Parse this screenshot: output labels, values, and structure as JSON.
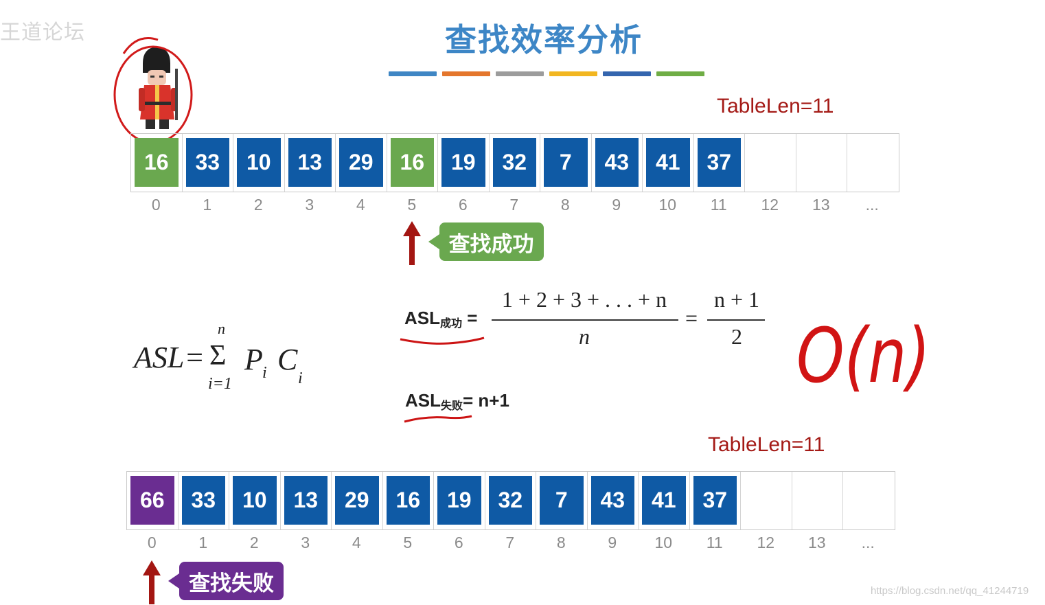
{
  "watermark": {
    "top": "王道论坛",
    "bottom": "https://blog.csdn.net/qq_41244719"
  },
  "title": "查找效率分析",
  "strip_colors": [
    "#3f86c4",
    "#e4762c",
    "#9c9c9c",
    "#f2b620",
    "#3465ae",
    "#6fad45"
  ],
  "search_success": {
    "table_len": "TableLen=11",
    "cells": [
      {
        "value": "16",
        "color": "#6aa84f"
      },
      {
        "value": "33",
        "color": "#0f5aa5"
      },
      {
        "value": "10",
        "color": "#0f5aa5"
      },
      {
        "value": "13",
        "color": "#0f5aa5"
      },
      {
        "value": "29",
        "color": "#0f5aa5"
      },
      {
        "value": "16",
        "color": "#6aa84f"
      },
      {
        "value": "19",
        "color": "#0f5aa5"
      },
      {
        "value": "32",
        "color": "#0f5aa5"
      },
      {
        "value": "7",
        "color": "#0f5aa5"
      },
      {
        "value": "43",
        "color": "#0f5aa5"
      },
      {
        "value": "41",
        "color": "#0f5aa5"
      },
      {
        "value": "37",
        "color": "#0f5aa5"
      },
      {
        "value": "",
        "color": ""
      },
      {
        "value": "",
        "color": ""
      },
      {
        "value": "",
        "color": ""
      }
    ],
    "indices": [
      "0",
      "1",
      "2",
      "3",
      "4",
      "5",
      "6",
      "7",
      "8",
      "9",
      "10",
      "11",
      "12",
      "13",
      "..."
    ],
    "pointer_index": 5,
    "tag": "查找成功",
    "tag_color": "#6aa84f"
  },
  "search_fail": {
    "table_len": "TableLen=11",
    "cells": [
      {
        "value": "66",
        "color": "#6a2d91"
      },
      {
        "value": "33",
        "color": "#0f5aa5"
      },
      {
        "value": "10",
        "color": "#0f5aa5"
      },
      {
        "value": "13",
        "color": "#0f5aa5"
      },
      {
        "value": "29",
        "color": "#0f5aa5"
      },
      {
        "value": "16",
        "color": "#0f5aa5"
      },
      {
        "value": "19",
        "color": "#0f5aa5"
      },
      {
        "value": "32",
        "color": "#0f5aa5"
      },
      {
        "value": "7",
        "color": "#0f5aa5"
      },
      {
        "value": "43",
        "color": "#0f5aa5"
      },
      {
        "value": "41",
        "color": "#0f5aa5"
      },
      {
        "value": "37",
        "color": "#0f5aa5"
      },
      {
        "value": "",
        "color": ""
      },
      {
        "value": "",
        "color": ""
      },
      {
        "value": "",
        "color": ""
      }
    ],
    "indices": [
      "0",
      "1",
      "2",
      "3",
      "4",
      "5",
      "6",
      "7",
      "8",
      "9",
      "10",
      "11",
      "12",
      "13",
      "..."
    ],
    "pointer_index": 0,
    "tag": "查找失败",
    "tag_color": "#6a2d91"
  },
  "formulas": {
    "asl_general": {
      "lhs": "ASL=",
      "sigma": "Σ",
      "upper": "n",
      "lower": "i=1",
      "p": "P",
      "c": "C",
      "sub": "i"
    },
    "asl_success": {
      "label": "ASL",
      "label_sub": "成功",
      "eq": "=",
      "numerator": "1 + 2 + 3 + . . . + n",
      "denominator": "n",
      "eq2": "=",
      "numerator2": "n + 1",
      "denominator2": "2"
    },
    "asl_fail": {
      "label": "ASL",
      "label_sub": "失败",
      "rhs": "= n+1"
    },
    "complexity": "O(n)"
  },
  "accent_red": "#cc1414",
  "arrow_color": "#a31612"
}
